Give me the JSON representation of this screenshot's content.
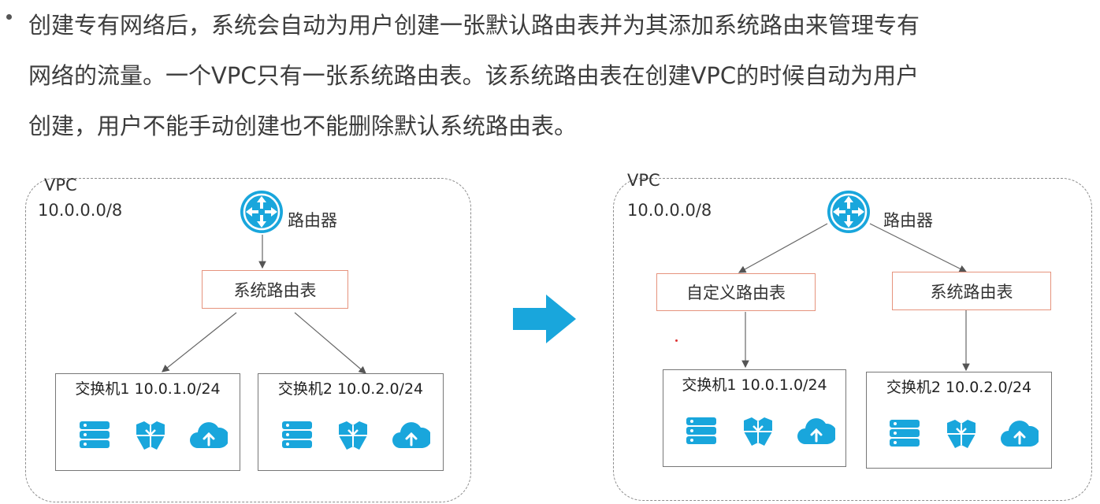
{
  "intro": {
    "lines": [
      "创建专有网络后，系统会自动为用户创建一张默认路由表并为其添加系统路由来管理专有",
      "网络的流量。一个VPC只有一张系统路由表。该系统路由表在创建VPC的时候自动为用户",
      "创建，用户不能手动创建也不能删除默认系统路由表。"
    ]
  },
  "left_diagram": {
    "vpc_label": "VPC",
    "cidr": "10.0.0.0/8",
    "router_label": "路由器",
    "route_table": "系统路由表",
    "switches": [
      {
        "label": "交换机1 10.0.1.0/24"
      },
      {
        "label": "交换机2 10.0.2.0/24"
      }
    ]
  },
  "right_diagram": {
    "vpc_label": "VPC",
    "cidr": "10.0.0.0/8",
    "router_label": "路由器",
    "route_tables": [
      "自定义路由表",
      "系统路由表"
    ],
    "switches": [
      {
        "label": "交换机1 10.0.1.0/24"
      },
      {
        "label": "交换机2 10.0.2.0/24"
      }
    ]
  },
  "icons": {
    "router": "router-icon",
    "server": "server-icon",
    "container": "container-icon",
    "cloud": "cloud-upload-icon",
    "arrow": "right-arrow-icon"
  },
  "colors": {
    "accent": "#19a6dc",
    "route_table_border": "#e6937d",
    "vpc_border": "#8c8c8c"
  }
}
